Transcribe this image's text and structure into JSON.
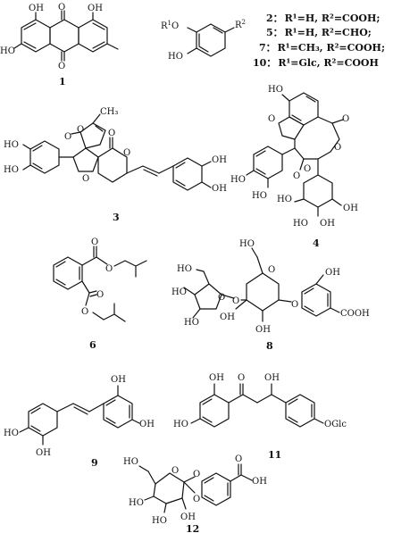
{
  "compounds": {
    "c1": {
      "number": "1",
      "labels": {
        "oh_top_left": "OH",
        "oh_top_right": "OH",
        "ho_left": "HO",
        "o_top": "O",
        "o_bottom": "O"
      }
    },
    "c2": {
      "labels": {
        "r1o": "R",
        "r1o_sup": "1",
        "r1o_o": "O",
        "r2": "R",
        "r2_sup": "2",
        "ho": "HO"
      },
      "legend": [
        {
          "num": "2：",
          "text": "R¹=H, R²=COOH;"
        },
        {
          "num": "5：",
          "text": "R¹=H, R²=CHO;"
        },
        {
          "num": "7：",
          "text": "R¹=CH₃, R²=COOH;"
        },
        {
          "num": "10：",
          "text": "R¹=Glc, R²=COOH"
        }
      ]
    },
    "c3": {
      "number": "3",
      "labels": {
        "ch3": "CH₃",
        "ho_a": "HO",
        "ho_b": "HO",
        "oh_a": "OH",
        "oh_b": "OH",
        "o1": "O",
        "o2": "O",
        "o3": "O",
        "o4": "O",
        "o5": "O"
      }
    },
    "c4": {
      "number": "4",
      "labels": {
        "ho_top": "HO",
        "o_ring": "O",
        "o_lac1": "O",
        "o_lac2": "O",
        "o_lac3": "O",
        "o_lac4": "O",
        "ho_a": "HO",
        "ho_b": "HO",
        "ho_c": "HO",
        "ho_d": "HO",
        "oh_a": "OH",
        "oh_b": "OH"
      }
    },
    "c6": {
      "number": "6",
      "labels": {
        "o1": "O",
        "o2": "O",
        "o3": "O",
        "o4": "O"
      }
    },
    "c8": {
      "number": "8",
      "labels": {
        "oh_top": "OH",
        "ho_a": "HO",
        "ho_b": "HO",
        "ho_c": "HO",
        "ho_d": "HO",
        "oh_a": "OH",
        "oh_b": "OH",
        "cooh": "COOH",
        "o_a": "O",
        "o_b": "O",
        "o_c": "O",
        "o_d": "O",
        "o_e": "O"
      }
    },
    "c9": {
      "number": "9",
      "labels": {
        "oh_a": "OH",
        "oh_b": "OH",
        "ho": "HO",
        "oh_c": "OH"
      }
    },
    "c11": {
      "number": "11",
      "labels": {
        "oh_a": "OH",
        "o": "O",
        "oh_b": "OH",
        "ho": "HO",
        "oglc": "OGlc"
      }
    },
    "c12": {
      "number": "12",
      "labels": {
        "ho_a": "HO",
        "ho_b": "HO",
        "ho_c": "HO",
        "oh": "OH",
        "o_a": "O",
        "o_b": "O",
        "o_c": "O",
        "o_d": "O",
        "oh_acid": "OH"
      }
    }
  }
}
